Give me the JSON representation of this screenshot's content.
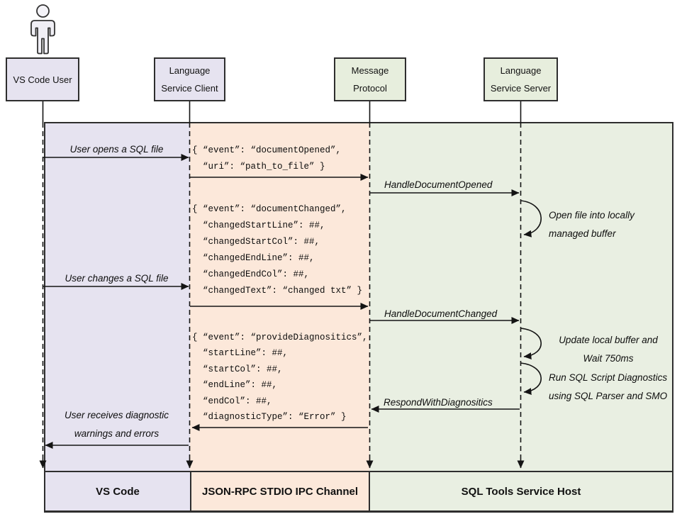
{
  "colors": {
    "lane_user": "#e6e3f0",
    "lane_ipc": "#fce8da",
    "lane_host": "#e9efe2",
    "header_green_box": "#e7eedd",
    "border": "#2e2e2e",
    "arrow": "#141414"
  },
  "headers": {
    "user": "VS Code User",
    "client": [
      "Language",
      "Service Client"
    ],
    "protocol": [
      "Message",
      "Protocol"
    ],
    "server": [
      "Language",
      "Service Server"
    ]
  },
  "messages": {
    "user_opens_file": "User opens a SQL file",
    "handle_document_opened": "HandleDocumentOpened",
    "user_changes_file": "User changes a SQL file",
    "handle_document_changed": "HandleDocumentChanged",
    "respond_with_diagnostics": "RespondWithDiagnositics",
    "user_receives": [
      "User receives diagnostic",
      "warnings and errors"
    ]
  },
  "json_payloads": {
    "document_opened": [
      "{ “event”: “documentOpened”,",
      "  “uri”: “path_to_file” }"
    ],
    "document_changed": [
      "{ “event”: “documentChanged”,",
      "  “changedStartLine”: ##,",
      "  “changedStartCol”: ##,",
      "  “changedEndLine”: ##,",
      "  “changedEndCol”: ##,",
      "  “changedText”: “changed txt” }"
    ],
    "provide_diagnostics": [
      "{ “event”: “provideDiagnositics”,",
      "  “startLine”: ##,",
      "  “startCol”: ##,",
      "  “endLine”: ##,",
      "  “endCol”: ##,",
      "  “diagnosticType”: “Error” }"
    ]
  },
  "notes": {
    "open_file_buffer": [
      "Open file into locally",
      "managed buffer"
    ],
    "update_buffer": [
      "Update local buffer and",
      "Wait 750ms"
    ],
    "run_diagnostics": [
      "Run SQL Script Diagnostics",
      "using SQL Parser and SMO"
    ]
  },
  "footers": {
    "vscode": "VS Code",
    "ipc_channel": "JSON-RPC STDIO IPC Channel",
    "service_host": "SQL Tools Service Host"
  }
}
